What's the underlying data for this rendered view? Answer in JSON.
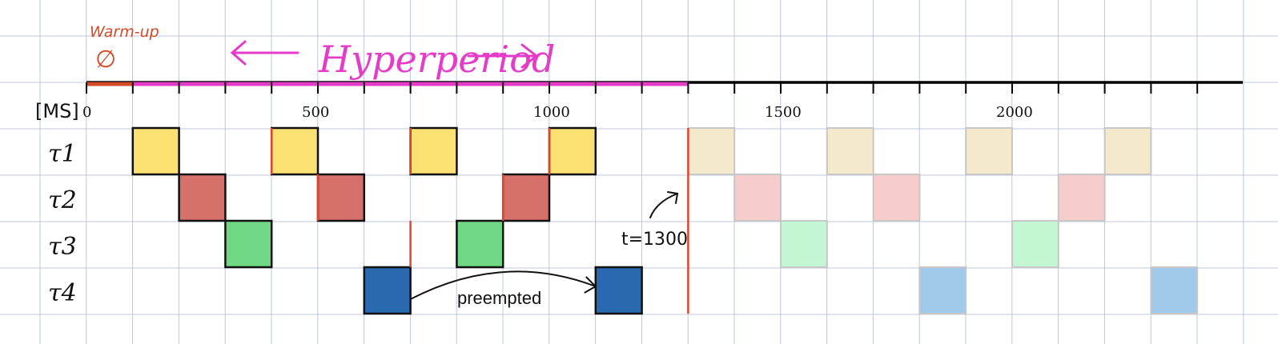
{
  "labels": {
    "warmup": "Warm-up",
    "warmup_symbol": "∅",
    "hyperperiod": "Hyperperiod",
    "unit": "[MS]",
    "t_marker": "t=1300",
    "preempted": "preempted"
  },
  "axis": {
    "ticks": [
      {
        "value": 0,
        "label": "0"
      },
      {
        "value": 500,
        "label": "500"
      },
      {
        "value": 1000,
        "label": "1000"
      },
      {
        "value": 1500,
        "label": "1500"
      },
      {
        "value": 2000,
        "label": "2000"
      }
    ]
  },
  "tasks": [
    {
      "id": "t1",
      "label": "τ1"
    },
    {
      "id": "t2",
      "label": "τ2"
    },
    {
      "id": "t3",
      "label": "τ3"
    },
    {
      "id": "t4",
      "label": "τ4"
    }
  ],
  "colors": {
    "t1": "#fbe072",
    "t2": "#d6706a",
    "t3": "#6ed884",
    "t4": "#2a69af",
    "t1_faded": "#f4eacb",
    "t2_faded": "#f7cccc",
    "t3_faded": "#c3f6d3",
    "t4_faded": "#a1c9ec",
    "warmup": "#d14c27",
    "hyperperiod": "#e43cc8",
    "release": "#e0452c",
    "grid": "#bcc7dd"
  },
  "schedule": [
    {
      "task": 0,
      "start": 100,
      "end": 200,
      "faded": false
    },
    {
      "task": 1,
      "start": 200,
      "end": 300,
      "faded": false
    },
    {
      "task": 2,
      "start": 300,
      "end": 400,
      "faded": false
    },
    {
      "task": 0,
      "start": 400,
      "end": 500,
      "faded": false
    },
    {
      "task": 1,
      "start": 500,
      "end": 600,
      "faded": false
    },
    {
      "task": 3,
      "start": 600,
      "end": 700,
      "faded": false
    },
    {
      "task": 0,
      "start": 700,
      "end": 800,
      "faded": false
    },
    {
      "task": 2,
      "start": 800,
      "end": 900,
      "faded": false
    },
    {
      "task": 1,
      "start": 900,
      "end": 1000,
      "faded": false
    },
    {
      "task": 0,
      "start": 1000,
      "end": 1100,
      "faded": false
    },
    {
      "task": 3,
      "start": 1100,
      "end": 1200,
      "faded": false
    },
    {
      "task": 0,
      "start": 1300,
      "end": 1400,
      "faded": true
    },
    {
      "task": 1,
      "start": 1400,
      "end": 1500,
      "faded": true
    },
    {
      "task": 2,
      "start": 1500,
      "end": 1600,
      "faded": true
    },
    {
      "task": 0,
      "start": 1600,
      "end": 1700,
      "faded": true
    },
    {
      "task": 1,
      "start": 1700,
      "end": 1800,
      "faded": true
    },
    {
      "task": 3,
      "start": 1800,
      "end": 1900,
      "faded": true
    },
    {
      "task": 0,
      "start": 1900,
      "end": 2000,
      "faded": true
    },
    {
      "task": 2,
      "start": 2000,
      "end": 2100,
      "faded": true
    },
    {
      "task": 1,
      "start": 2100,
      "end": 2200,
      "faded": true
    },
    {
      "task": 0,
      "start": 2200,
      "end": 2300,
      "faded": true
    },
    {
      "task": 3,
      "start": 2300,
      "end": 2400,
      "faded": true
    }
  ],
  "releases": [
    {
      "task": 0,
      "time": 400
    },
    {
      "task": 1,
      "time": 500
    },
    {
      "task": 0,
      "time": 700
    },
    {
      "task": 2,
      "time": 700
    },
    {
      "task": 1,
      "time": 900
    },
    {
      "task": 0,
      "time": 1000
    }
  ],
  "warmup_range": [
    0,
    100
  ],
  "hyperperiod_range": [
    100,
    1300
  ],
  "hyperperiod_end": 1300,
  "preemption": {
    "from": 700,
    "to": 1100,
    "task": 3
  }
}
